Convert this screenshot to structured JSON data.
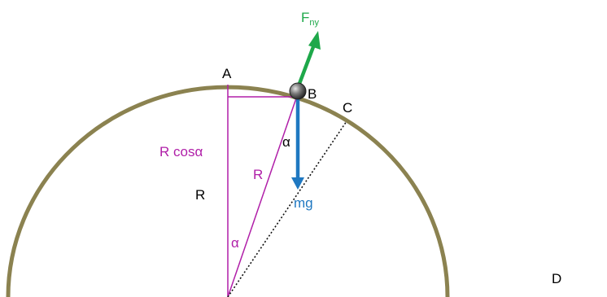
{
  "labels": {
    "point_a": "A",
    "point_b": "B",
    "point_c": "C",
    "point_d": "D",
    "force_normal_main": "F",
    "force_normal_sub": "ny",
    "gravity": "mg",
    "vertical_component": "R cosα",
    "radius_left": "R",
    "radius_hyp": "R",
    "angle_bottom": "α",
    "angle_top": "α"
  },
  "colors": {
    "arc": "#8b8250",
    "triangle": "#b01fa8",
    "normal_force": "#1ea84a",
    "gravity_force": "#1f78c1",
    "text": "#000000",
    "ball": "#555555"
  }
}
